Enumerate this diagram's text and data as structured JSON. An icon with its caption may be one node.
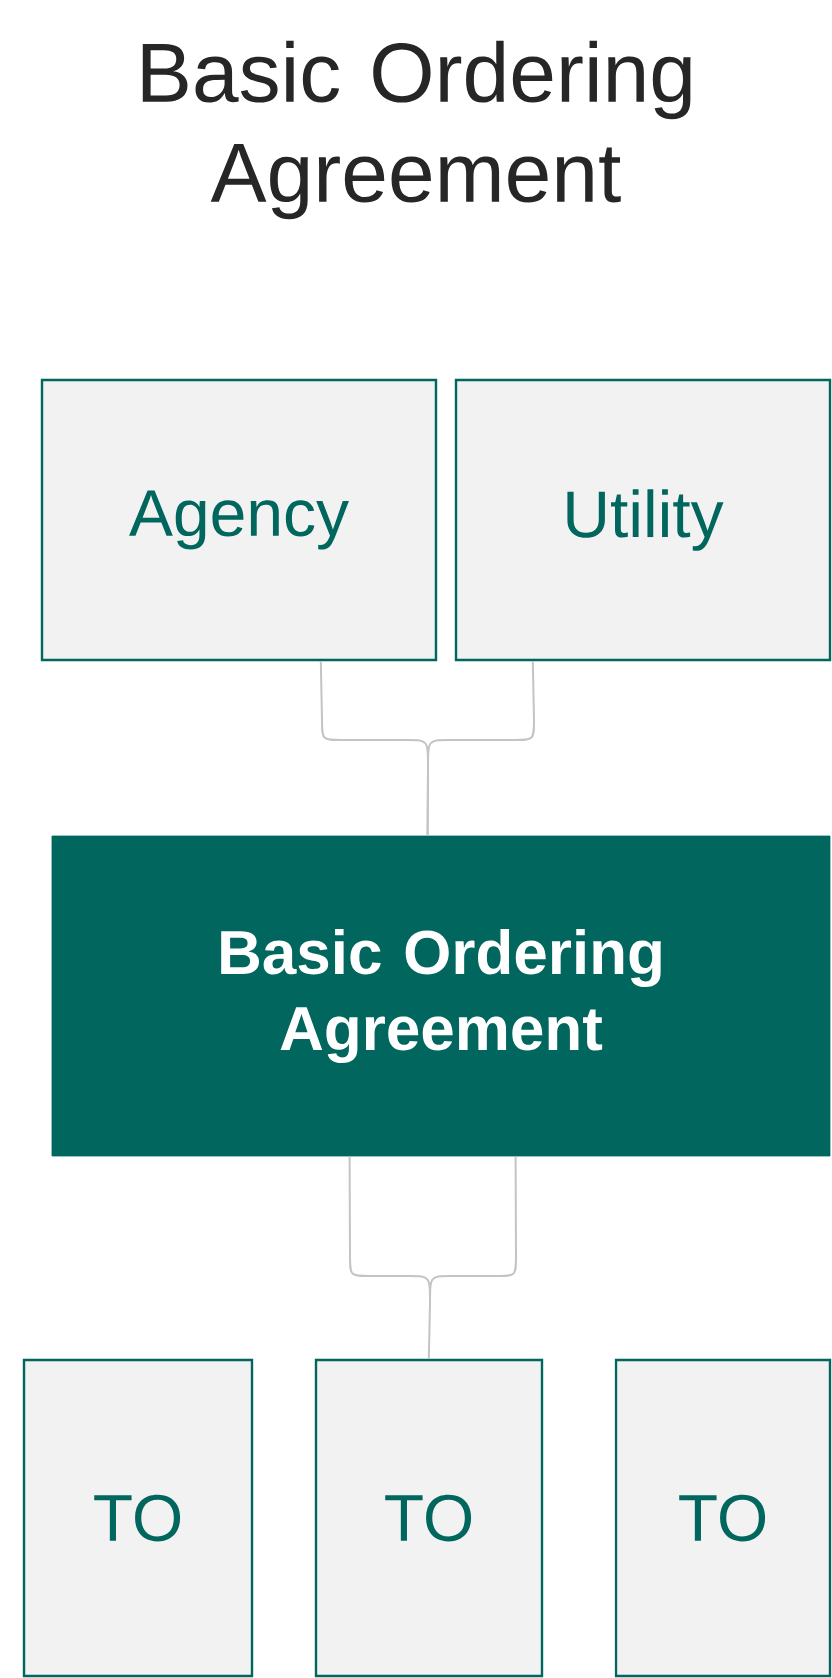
{
  "diagram": {
    "title": "Basic Ordering Agreement",
    "nodes": [
      {
        "text": [
          "Agency"
        ]
      },
      {
        "text": [
          "Utility"
        ]
      },
      {
        "text": [
          "Basic Ordering Agreement"
        ]
      },
      {
        "text": [
          "TO"
        ]
      },
      {
        "text": [
          "TO"
        ]
      },
      {
        "text": [
          "TO"
        ]
      }
    ],
    "edges": [
      {
        "from": 0,
        "to": 2,
        "arrow": "none"
      },
      {
        "from": 1,
        "to": 2,
        "arrow": "none"
      },
      {
        "from": 2,
        "to": 4,
        "arrow": "none"
      }
    ]
  }
}
